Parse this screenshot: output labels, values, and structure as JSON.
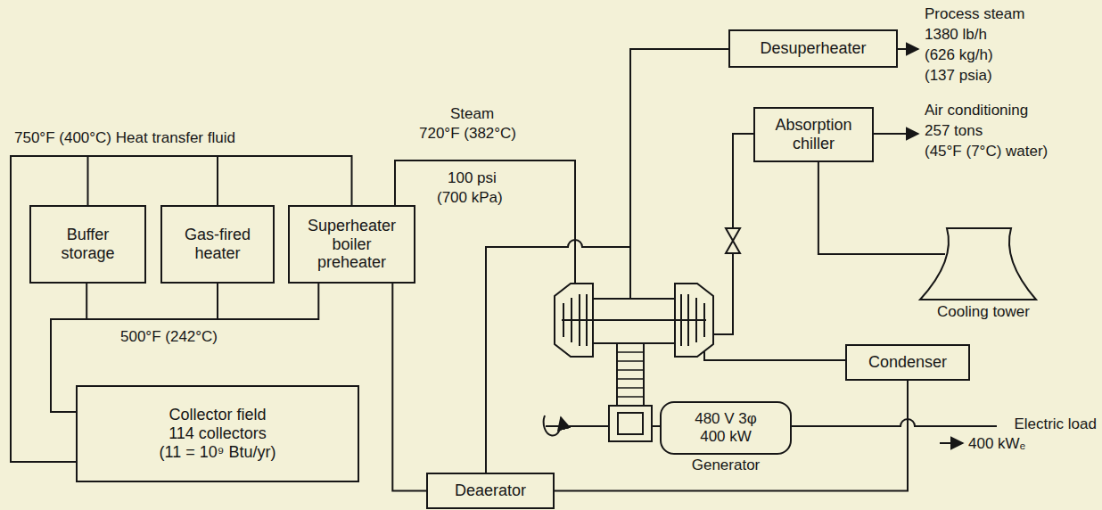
{
  "diagram": {
    "nodes": [
      {
        "text": [
          "Buffer storage"
        ]
      },
      {
        "text": [
          "Gas-fired heater"
        ]
      },
      {
        "text": [
          "Superheater boiler preheater"
        ]
      },
      {
        "text": [
          "Collector field",
          "114 collectors",
          "(11 = 10⁹ Btu/yr)"
        ]
      },
      {
        "text": [
          "Desuperheater"
        ]
      },
      {
        "text": [
          "Absorption chiller"
        ]
      },
      {
        "text": [
          "Condenser"
        ]
      },
      {
        "text": [
          "Deaerator"
        ]
      },
      {
        "text": [
          "480 V 3φ",
          "400 kW",
          "Generator"
        ]
      },
      {
        "text": [
          "Cooling tower"
        ]
      }
    ],
    "edges": [
      {
        "from": 3,
        "to": 0,
        "arrow": "none"
      },
      {
        "from": 3,
        "to": 1,
        "arrow": "none"
      },
      {
        "from": 3,
        "to": 2,
        "arrow": "none"
      },
      {
        "from": 0,
        "to": 3,
        "arrow": "none"
      },
      {
        "from": 1,
        "to": 3,
        "arrow": "none"
      },
      {
        "from": 2,
        "to": 3,
        "arrow": "none"
      },
      {
        "from": 7,
        "to": 2,
        "arrow": "none"
      },
      {
        "from": 6,
        "to": 7,
        "arrow": "none"
      },
      {
        "from": 5,
        "to": 9,
        "arrow": "none"
      }
    ],
    "labels": [
      "750°F (400°C) Heat transfer fluid",
      "Steam",
      "720°F (382°C)",
      "100 psi",
      "(700 kPa)",
      "500°F (242°C)",
      "Process steam",
      "1380 lb/h",
      "(626 kg/h)",
      "(137 psia)",
      "Air conditioning",
      "257 tons",
      "(45°F (7°C) water)",
      "Electric load",
      "400 kWₑ"
    ]
  }
}
